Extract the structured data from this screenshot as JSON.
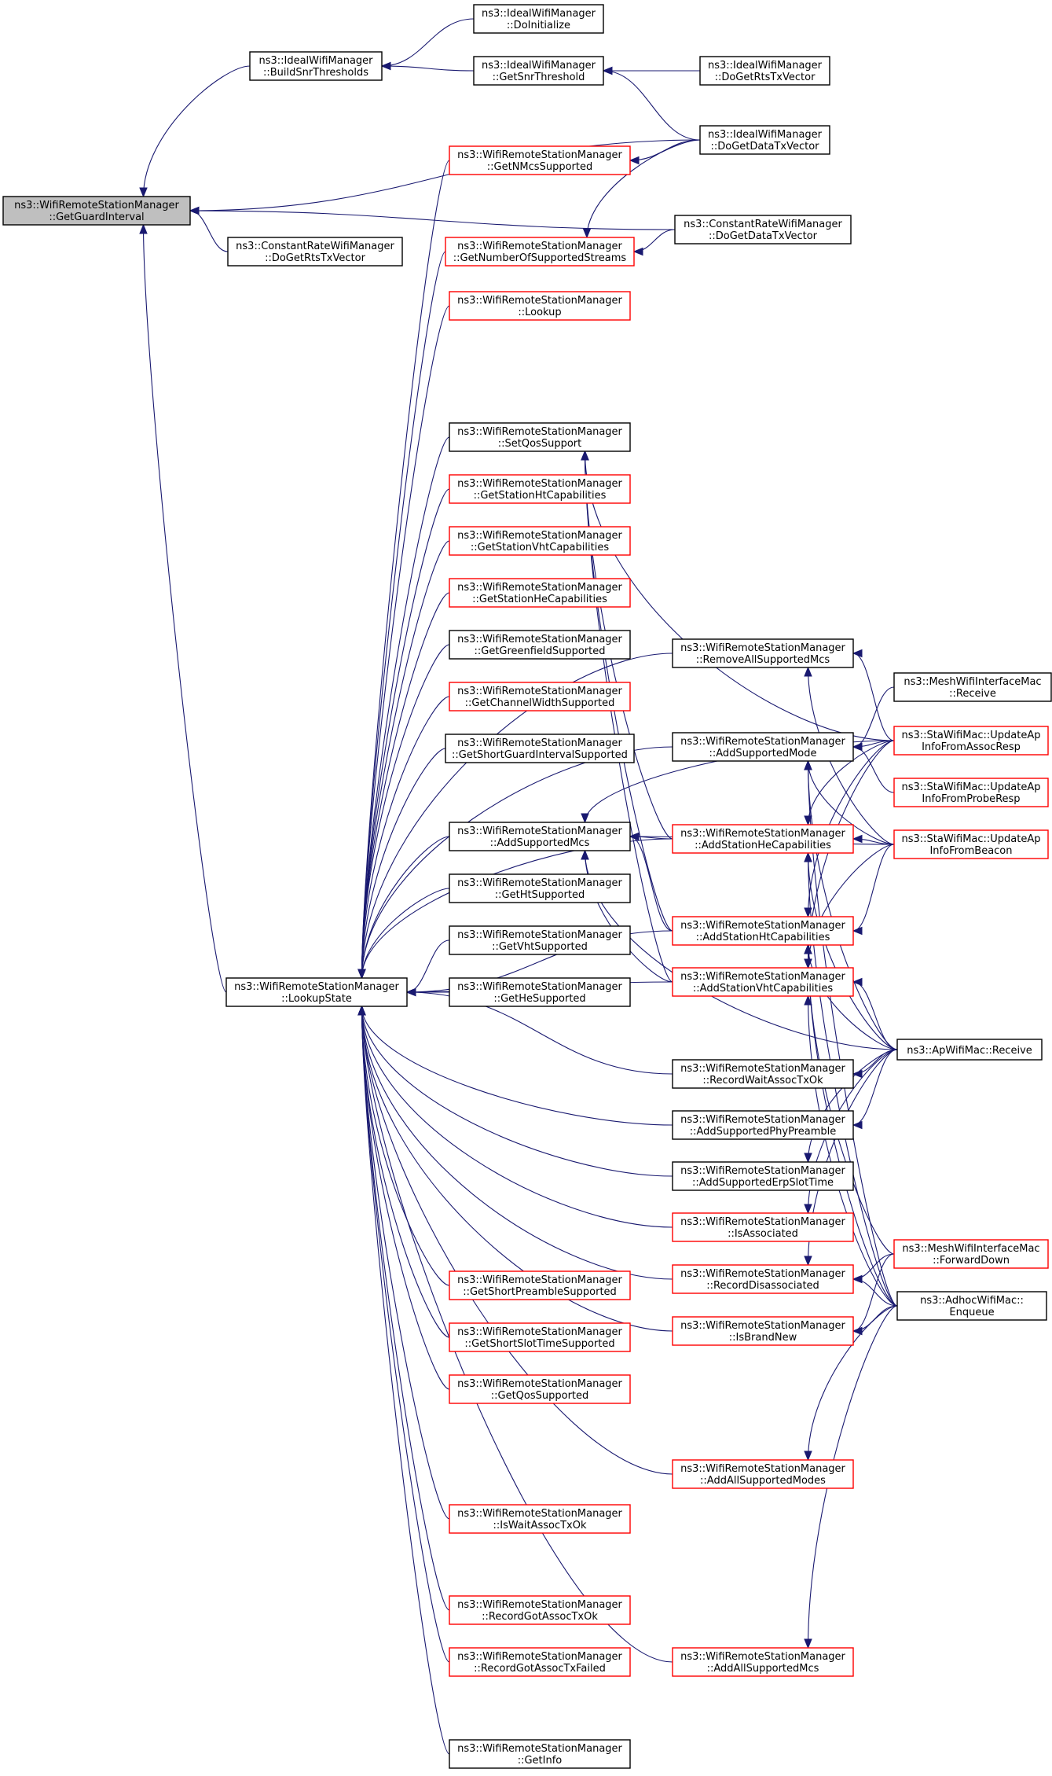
{
  "nodes": {
    "getGuardInterval": {
      "l1": "ns3::WifiRemoteStationManager",
      "l2": "::GetGuardInterval",
      "c": "black"
    },
    "buildSnr": {
      "l1": "ns3::IdealWifiManager",
      "l2": "::BuildSnrThresholds",
      "c": "black"
    },
    "doInit": {
      "l1": "ns3::IdealWifiManager",
      "l2": "::DoInitialize",
      "c": "black"
    },
    "getSnr": {
      "l1": "ns3::IdealWifiManager",
      "l2": "::GetSnrThreshold",
      "c": "black"
    },
    "idealRts": {
      "l1": "ns3::IdealWifiManager",
      "l2": "::DoGetRtsTxVector",
      "c": "black"
    },
    "idealData": {
      "l1": "ns3::IdealWifiManager",
      "l2": "::DoGetDataTxVector",
      "c": "black"
    },
    "getNMcs": {
      "l1": "ns3::WifiRemoteStationManager",
      "l2": "::GetNMcsSupported",
      "c": "red"
    },
    "constRts": {
      "l1": "ns3::ConstantRateWifiManager",
      "l2": "::DoGetRtsTxVector",
      "c": "black"
    },
    "getNumStreams": {
      "l1": "ns3::WifiRemoteStationManager",
      "l2": "::GetNumberOfSupportedStreams",
      "c": "red"
    },
    "constData": {
      "l1": "ns3::ConstantRateWifiManager",
      "l2": "::DoGetDataTxVector",
      "c": "black"
    },
    "lookup": {
      "l1": "ns3::WifiRemoteStationManager",
      "l2": "::Lookup",
      "c": "red"
    },
    "setQos": {
      "l1": "ns3::WifiRemoteStationManager",
      "l2": "::SetQosSupport",
      "c": "black"
    },
    "getHtCap": {
      "l1": "ns3::WifiRemoteStationManager",
      "l2": "::GetStationHtCapabilities",
      "c": "red"
    },
    "getVhtCap": {
      "l1": "ns3::WifiRemoteStationManager",
      "l2": "::GetStationVhtCapabilities",
      "c": "red"
    },
    "getHeCap": {
      "l1": "ns3::WifiRemoteStationManager",
      "l2": "::GetStationHeCapabilities",
      "c": "red"
    },
    "getGreenfield": {
      "l1": "ns3::WifiRemoteStationManager",
      "l2": "::GetGreenfieldSupported",
      "c": "black"
    },
    "removeAllMcs": {
      "l1": "ns3::WifiRemoteStationManager",
      "l2": "::RemoveAllSupportedMcs",
      "c": "black"
    },
    "meshReceive": {
      "l1": "ns3::MeshWifiInterfaceMac",
      "l2": "::Receive",
      "c": "black"
    },
    "getChWidth": {
      "l1": "ns3::WifiRemoteStationManager",
      "l2": "::GetChannelWidthSupported",
      "c": "red"
    },
    "getShortGi": {
      "l1": "ns3::WifiRemoteStationManager",
      "l2": "::GetShortGuardIntervalSupported",
      "c": "black"
    },
    "addSupMode": {
      "l1": "ns3::WifiRemoteStationManager",
      "l2": "::AddSupportedMode",
      "c": "black"
    },
    "staAssoc": {
      "l1": "ns3::StaWifiMac::UpdateAp",
      "l2": "InfoFromAssocResp",
      "c": "red"
    },
    "staProbe": {
      "l1": "ns3::StaWifiMac::UpdateAp",
      "l2": "InfoFromProbeResp",
      "c": "red"
    },
    "addSupMcs": {
      "l1": "ns3::WifiRemoteStationManager",
      "l2": "::AddSupportedMcs",
      "c": "black"
    },
    "addHeCap": {
      "l1": "ns3::WifiRemoteStationManager",
      "l2": "::AddStationHeCapabilities",
      "c": "red"
    },
    "staBeacon": {
      "l1": "ns3::StaWifiMac::UpdateAp",
      "l2": "InfoFromBeacon",
      "c": "red"
    },
    "getHt": {
      "l1": "ns3::WifiRemoteStationManager",
      "l2": "::GetHtSupported",
      "c": "black"
    },
    "addHtCap": {
      "l1": "ns3::WifiRemoteStationManager",
      "l2": "::AddStationHtCapabilities",
      "c": "red"
    },
    "getVht": {
      "l1": "ns3::WifiRemoteStationManager",
      "l2": "::GetVhtSupported",
      "c": "black"
    },
    "addVhtCap": {
      "l1": "ns3::WifiRemoteStationManager",
      "l2": "::AddStationVhtCapabilities",
      "c": "red"
    },
    "lookupState": {
      "l1": "ns3::WifiRemoteStationManager",
      "l2": "::LookupState",
      "c": "black"
    },
    "getHe": {
      "l1": "ns3::WifiRemoteStationManager",
      "l2": "::GetHeSupported",
      "c": "black"
    },
    "apReceive": {
      "l1": "ns3::ApWifiMac::Receive",
      "l2": "",
      "c": "black"
    },
    "recWaitAssoc": {
      "l1": "ns3::WifiRemoteStationManager",
      "l2": "::RecordWaitAssocTxOk",
      "c": "black"
    },
    "addPhyPre": {
      "l1": "ns3::WifiRemoteStationManager",
      "l2": "::AddSupportedPhyPreamble",
      "c": "black"
    },
    "addErp": {
      "l1": "ns3::WifiRemoteStationManager",
      "l2": "::AddSupportedErpSlotTime",
      "c": "black"
    },
    "isAssoc": {
      "l1": "ns3::WifiRemoteStationManager",
      "l2": "::IsAssociated",
      "c": "red"
    },
    "meshFwd": {
      "l1": "ns3::MeshWifiInterfaceMac",
      "l2": "::ForwardDown",
      "c": "red"
    },
    "getShortPre": {
      "l1": "ns3::WifiRemoteStationManager",
      "l2": "::GetShortPreambleSupported",
      "c": "red"
    },
    "recDisassoc": {
      "l1": "ns3::WifiRemoteStationManager",
      "l2": "::RecordDisassociated",
      "c": "red"
    },
    "adhocEnq": {
      "l1": "ns3::AdhocWifiMac::",
      "l2": "Enqueue",
      "c": "black"
    },
    "getShortSlot": {
      "l1": "ns3::WifiRemoteStationManager",
      "l2": "::GetShortSlotTimeSupported",
      "c": "red"
    },
    "isBrandNew": {
      "l1": "ns3::WifiRemoteStationManager",
      "l2": "::IsBrandNew",
      "c": "red"
    },
    "getQos": {
      "l1": "ns3::WifiRemoteStationManager",
      "l2": "::GetQosSupported",
      "c": "red"
    },
    "addAllModes": {
      "l1": "ns3::WifiRemoteStationManager",
      "l2": "::AddAllSupportedModes",
      "c": "red"
    },
    "isWaitAssoc": {
      "l1": "ns3::WifiRemoteStationManager",
      "l2": "::IsWaitAssocTxOk",
      "c": "red"
    },
    "recGotAssoc": {
      "l1": "ns3::WifiRemoteStationManager",
      "l2": "::RecordGotAssocTxOk",
      "c": "red"
    },
    "recGotAssocFail": {
      "l1": "ns3::WifiRemoteStationManager",
      "l2": "::RecordGotAssocTxFailed",
      "c": "red"
    },
    "addAllMcs": {
      "l1": "ns3::WifiRemoteStationManager",
      "l2": "::AddAllSupportedMcs",
      "c": "red"
    },
    "getInfo": {
      "l1": "ns3::WifiRemoteStationManager",
      "l2": "::GetInfo",
      "c": "black"
    }
  },
  "edges": [
    [
      "getGuardInterval",
      "buildSnr"
    ],
    [
      "buildSnr",
      "doInit"
    ],
    [
      "buildSnr",
      "getSnr"
    ],
    [
      "getSnr",
      "idealRts"
    ],
    [
      "getSnr",
      "idealData"
    ],
    [
      "getGuardInterval",
      "idealData"
    ],
    [
      "getNMcs",
      "idealData"
    ],
    [
      "getGuardInterval",
      "constData"
    ],
    [
      "getNumStreams",
      "constData"
    ],
    [
      "getNumStreams",
      "idealData"
    ],
    [
      "getGuardInterval",
      "constRts"
    ],
    [
      "getGuardInterval",
      "lookupState"
    ],
    [
      "lookupState",
      "getNMcs"
    ],
    [
      "lookupState",
      "getNumStreams"
    ],
    [
      "lookupState",
      "lookup"
    ],
    [
      "lookupState",
      "setQos"
    ],
    [
      "lookupState",
      "getHtCap"
    ],
    [
      "lookupState",
      "getVhtCap"
    ],
    [
      "lookupState",
      "getHeCap"
    ],
    [
      "lookupState",
      "getGreenfield"
    ],
    [
      "lookupState",
      "getChWidth"
    ],
    [
      "lookupState",
      "getShortGi"
    ],
    [
      "lookupState",
      "addSupMcs"
    ],
    [
      "lookupState",
      "getHt"
    ],
    [
      "lookupState",
      "getVht"
    ],
    [
      "lookupState",
      "getHe"
    ],
    [
      "lookupState",
      "removeAllMcs"
    ],
    [
      "lookupState",
      "addSupMode"
    ],
    [
      "lookupState",
      "addHeCap"
    ],
    [
      "lookupState",
      "addHtCap"
    ],
    [
      "lookupState",
      "addVhtCap"
    ],
    [
      "lookupState",
      "recWaitAssoc"
    ],
    [
      "lookupState",
      "addPhyPre"
    ],
    [
      "lookupState",
      "addErp"
    ],
    [
      "lookupState",
      "isAssoc"
    ],
    [
      "lookupState",
      "getShortPre"
    ],
    [
      "lookupState",
      "getShortSlot"
    ],
    [
      "lookupState",
      "getQos"
    ],
    [
      "lookupState",
      "recDisassoc"
    ],
    [
      "lookupState",
      "isBrandNew"
    ],
    [
      "lookupState",
      "addAllModes"
    ],
    [
      "lookupState",
      "isWaitAssoc"
    ],
    [
      "lookupState",
      "recGotAssoc"
    ],
    [
      "lookupState",
      "recGotAssocFail"
    ],
    [
      "lookupState",
      "addAllMcs"
    ],
    [
      "lookupState",
      "getInfo"
    ],
    [
      "setQos",
      "staAssoc"
    ],
    [
      "setQos",
      "addHtCap"
    ],
    [
      "setQos",
      "addVhtCap"
    ],
    [
      "setQos",
      "addHeCap"
    ],
    [
      "removeAllMcs",
      "staAssoc"
    ],
    [
      "removeAllMcs",
      "staBeacon"
    ],
    [
      "addSupMode",
      "meshReceive"
    ],
    [
      "addSupMode",
      "staAssoc"
    ],
    [
      "addSupMode",
      "staProbe"
    ],
    [
      "addSupMode",
      "staBeacon"
    ],
    [
      "addSupMode",
      "apReceive"
    ],
    [
      "addSupMode",
      "adhocEnq"
    ],
    [
      "addSupMcs",
      "staAssoc"
    ],
    [
      "addSupMcs",
      "addHeCap"
    ],
    [
      "addSupMcs",
      "staBeacon"
    ],
    [
      "addSupMcs",
      "addHtCap"
    ],
    [
      "addSupMcs",
      "addVhtCap"
    ],
    [
      "addSupMcs",
      "apReceive"
    ],
    [
      "addHeCap",
      "staAssoc"
    ],
    [
      "addHeCap",
      "staBeacon"
    ],
    [
      "addHeCap",
      "apReceive"
    ],
    [
      "addHeCap",
      "adhocEnq"
    ],
    [
      "addHtCap",
      "staAssoc"
    ],
    [
      "addHtCap",
      "staBeacon"
    ],
    [
      "addHtCap",
      "apReceive"
    ],
    [
      "addHtCap",
      "meshFwd"
    ],
    [
      "addHtCap",
      "adhocEnq"
    ],
    [
      "addVhtCap",
      "staAssoc"
    ],
    [
      "addVhtCap",
      "staBeacon"
    ],
    [
      "addVhtCap",
      "apReceive"
    ],
    [
      "addVhtCap",
      "adhocEnq"
    ],
    [
      "recWaitAssoc",
      "apReceive"
    ],
    [
      "addPhyPre",
      "apReceive"
    ],
    [
      "addErp",
      "apReceive"
    ],
    [
      "isAssoc",
      "apReceive"
    ],
    [
      "recDisassoc",
      "meshFwd"
    ],
    [
      "recDisassoc",
      "adhocEnq"
    ],
    [
      "recDisassoc",
      "apReceive"
    ],
    [
      "isBrandNew",
      "meshFwd"
    ],
    [
      "isBrandNew",
      "adhocEnq"
    ],
    [
      "addAllModes",
      "adhocEnq"
    ],
    [
      "addAllMcs",
      "adhocEnq"
    ]
  ]
}
